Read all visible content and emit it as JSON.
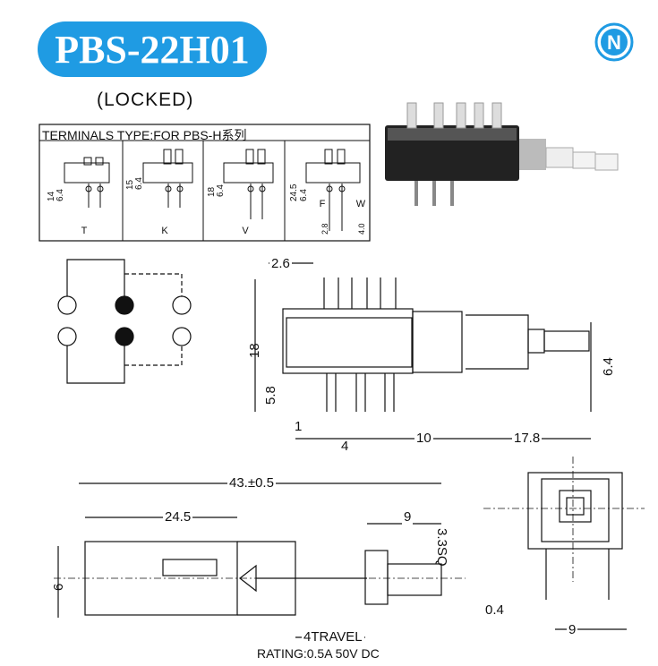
{
  "header": {
    "model": "PBS-22H01",
    "subtitle": "(LOCKED)",
    "brand_letter": "N",
    "brand_color": "#1f9be3"
  },
  "terminals": {
    "title": "TERMINALS TYPE:FOR PBS-H系列",
    "types": [
      {
        "label": "T",
        "height": "14",
        "pin": "6.4"
      },
      {
        "label": "K",
        "height": "15",
        "pin": "6.4"
      },
      {
        "label": "V",
        "height": "18",
        "pin": "6.4"
      },
      {
        "label": "W",
        "height": "24.5",
        "pin": "6.4",
        "extra_left": "F",
        "extra_dim1": "2.8",
        "extra_dim2": "4.0"
      }
    ]
  },
  "side_view": {
    "pitch": "2.6",
    "height": "18",
    "pin_len": "5.8",
    "pin_w": "1",
    "spacing": "4",
    "offset": "10",
    "plunger": "17.8",
    "plunger_dia": "6.4"
  },
  "top_view": {
    "length": "43.±0.5",
    "half": "24.5",
    "tip": "9",
    "sq": "3.3SQ",
    "width": "6",
    "travel": "4TRAVEL"
  },
  "end_view": {
    "thick": "0.4",
    "width": "9"
  },
  "rating": "RATING:0.5A 50V DC"
}
